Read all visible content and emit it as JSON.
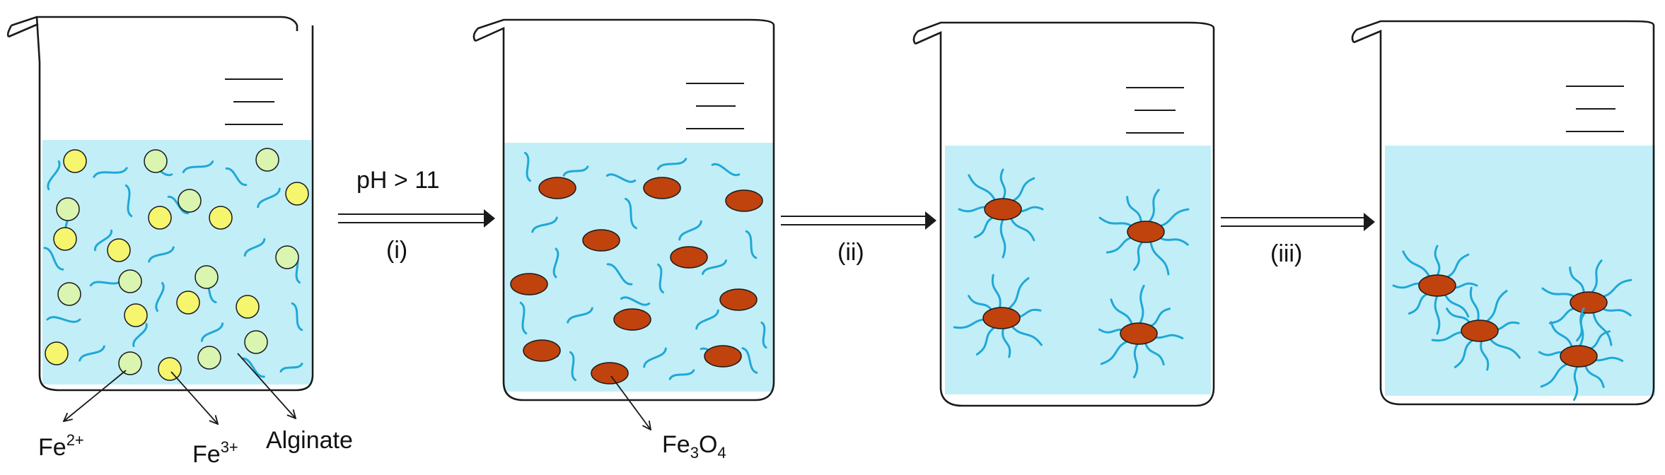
{
  "colors": {
    "solution": "#c2eef8",
    "alginate_strand": "#1fa8d6",
    "fe2_particle": "#d9f5b0",
    "fe3_particle": "#f6f56e",
    "fe3o4_particle": "#c0420c",
    "outline": "#1a1a1a"
  },
  "steps": [
    {
      "condition": "pH > 11",
      "label": "(i)"
    },
    {
      "label": "(ii)"
    },
    {
      "label": "(iii)"
    }
  ],
  "labels": {
    "fe2": {
      "base": "Fe",
      "sup": "2+"
    },
    "fe3": {
      "base": "Fe",
      "sup": "3+"
    },
    "alginate": "Alginate",
    "fe3o4": {
      "base": "Fe",
      "sub1": "3",
      "mid": "O",
      "sub2": "4"
    }
  }
}
